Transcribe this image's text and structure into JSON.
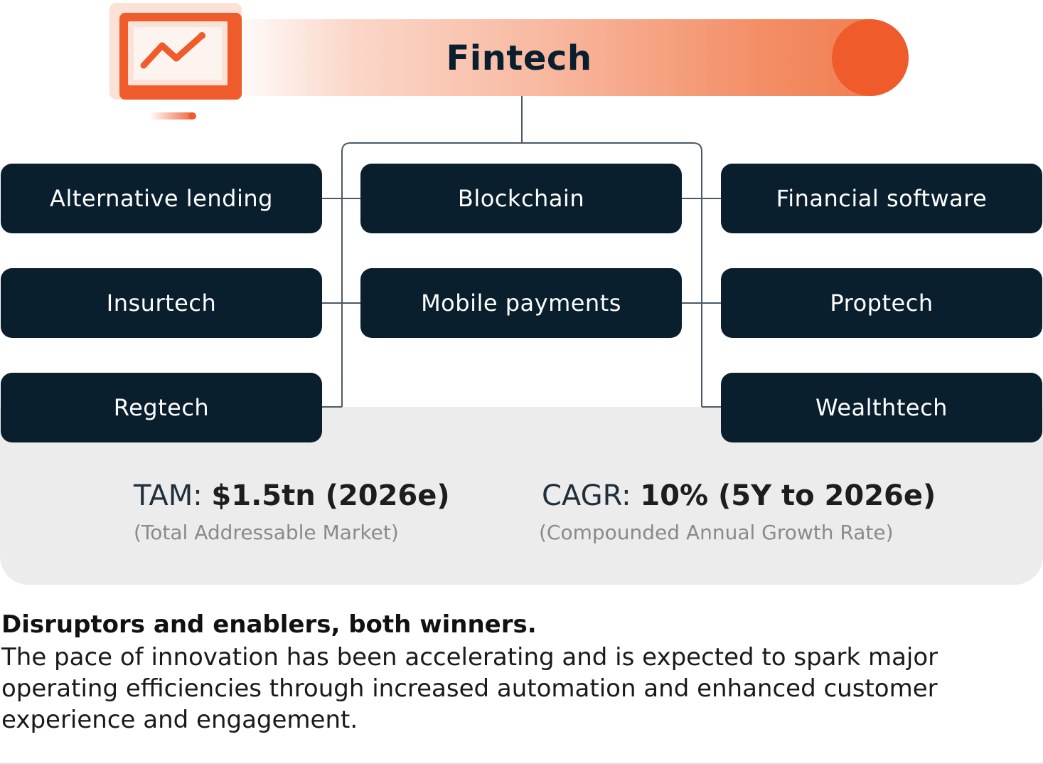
{
  "header": {
    "title": "Fintech",
    "icon": "monitor-chart-icon"
  },
  "categories": [
    "Alternative lending",
    "Blockchain",
    "Financial software",
    "Insurtech",
    "Mobile payments",
    "Proptech",
    "Regtech",
    "Wealthtech"
  ],
  "metrics": {
    "tam_label": "TAM: ",
    "tam_value": "$1.5tn (2026e)",
    "tam_sub": "(Total Addressable Market)",
    "cagr_label": "CAGR: ",
    "cagr_value": "10% (5Y to 2026e)",
    "cagr_sub": "(Compounded Annual Growth Rate)"
  },
  "caption": {
    "heading": "Disruptors and enablers, both winners.",
    "body": "The pace of innovation has been accelerating and is expected to spark major operating efficiencies through increased automation and enhanced customer experience and engagement."
  },
  "colors": {
    "accent": "#ef5b2b",
    "box": "#0a1f2e",
    "panel": "#ececec",
    "line": "#4a5a66"
  }
}
